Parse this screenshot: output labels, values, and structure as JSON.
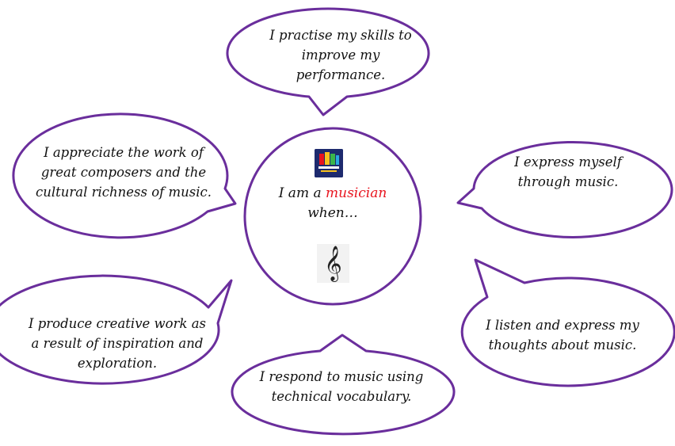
{
  "center": {
    "line1_prefix": "I am a ",
    "highlight": "musician",
    "line2": "when…"
  },
  "bubbles": [
    {
      "text": "I practise my skills to improve my performance."
    },
    {
      "text": "I appreciate the work of great composers and the cultural richness of music."
    },
    {
      "text": "I express myself through music."
    },
    {
      "text": "I produce creative work as a result of inspiration and exploration."
    },
    {
      "text": "I listen and express my thoughts about music."
    },
    {
      "text": "I respond to music using technical vocabulary."
    }
  ],
  "colors": {
    "outline": "#6a2e9c",
    "highlight": "#e8141e"
  },
  "icons": {
    "logo": "school-logo-icon",
    "clef": "treble-clef-icon"
  }
}
